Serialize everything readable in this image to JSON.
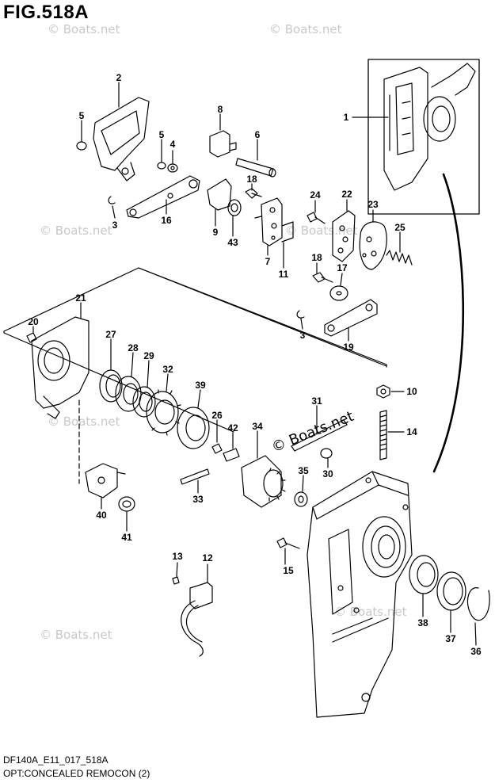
{
  "figure": {
    "title": "FIG.518A",
    "code": "DF140A_E11_017_518A",
    "caption": "OPT:CONCEALED REMOCON (2)"
  },
  "watermark": "© Boats.net",
  "parts": [
    {
      "id": "1",
      "label": "1"
    },
    {
      "id": "2",
      "label": "2"
    },
    {
      "id": "3a",
      "label": "3"
    },
    {
      "id": "3b",
      "label": "3"
    },
    {
      "id": "4",
      "label": "4"
    },
    {
      "id": "5a",
      "label": "5"
    },
    {
      "id": "5b",
      "label": "5"
    },
    {
      "id": "6",
      "label": "6"
    },
    {
      "id": "7",
      "label": "7"
    },
    {
      "id": "8",
      "label": "8"
    },
    {
      "id": "9",
      "label": "9"
    },
    {
      "id": "10",
      "label": "10"
    },
    {
      "id": "11",
      "label": "11"
    },
    {
      "id": "12",
      "label": "12"
    },
    {
      "id": "13",
      "label": "13"
    },
    {
      "id": "14",
      "label": "14"
    },
    {
      "id": "15",
      "label": "15"
    },
    {
      "id": "16",
      "label": "16"
    },
    {
      "id": "17",
      "label": "17"
    },
    {
      "id": "18a",
      "label": "18"
    },
    {
      "id": "18b",
      "label": "18"
    },
    {
      "id": "19",
      "label": "19"
    },
    {
      "id": "20",
      "label": "20"
    },
    {
      "id": "21",
      "label": "21"
    },
    {
      "id": "22",
      "label": "22"
    },
    {
      "id": "23",
      "label": "23"
    },
    {
      "id": "24",
      "label": "24"
    },
    {
      "id": "25",
      "label": "25"
    },
    {
      "id": "26",
      "label": "26"
    },
    {
      "id": "27",
      "label": "27"
    },
    {
      "id": "28",
      "label": "28"
    },
    {
      "id": "29",
      "label": "29"
    },
    {
      "id": "30",
      "label": "30"
    },
    {
      "id": "31",
      "label": "31"
    },
    {
      "id": "32",
      "label": "32"
    },
    {
      "id": "33",
      "label": "33"
    },
    {
      "id": "34",
      "label": "34"
    },
    {
      "id": "35",
      "label": "35"
    },
    {
      "id": "36",
      "label": "36"
    },
    {
      "id": "37",
      "label": "37"
    },
    {
      "id": "38",
      "label": "38"
    },
    {
      "id": "39",
      "label": "39"
    },
    {
      "id": "40",
      "label": "40"
    },
    {
      "id": "41",
      "label": "41"
    },
    {
      "id": "42",
      "label": "42"
    },
    {
      "id": "43",
      "label": "43"
    }
  ]
}
